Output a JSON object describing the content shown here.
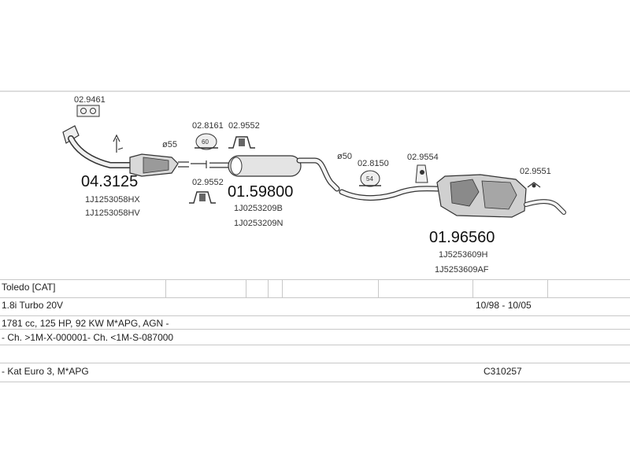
{
  "parts": {
    "gasket_top": "02.9461",
    "front_pipe": {
      "number": "04.3125",
      "oe": [
        "1J1253058HX",
        "1J1253058HV"
      ]
    },
    "pipe_diameter_1": "ø55",
    "clamp_1": "02.8161",
    "clamp_1_size": "60",
    "rubber_1": "02.9552",
    "rubber_2": "02.9552",
    "middle_pipe": {
      "number": "01.59800",
      "oe": [
        "1J0253209B",
        "1J0253209N"
      ]
    },
    "pipe_diameter_2": "ø50",
    "clamp_2": "02.8150",
    "clamp_2_size": "54",
    "rubber_3": "02.9554",
    "rubber_4": "02.9551",
    "rear_silencer": {
      "number": "01.96560",
      "oe": [
        "1J5253609H",
        "1J5253609AF"
      ]
    }
  },
  "table": {
    "model": "Toledo  [CAT]",
    "engine": "1.8i Turbo 20V",
    "years": "10/98 - 10/05",
    "specs": "1781 cc, 125 HP, 92 KW M*APG, AGN -",
    "chassis": "- Ch. >1M-X-000001- Ch. <1M-S-087000",
    "notes": "- Kat Euro 3, M*APG",
    "code": "C310257"
  },
  "colors": {
    "ink": "#333333",
    "line": "#c8c8c8",
    "fill_light": "#e6e6e6",
    "fill_dark": "#8a8a8a"
  }
}
